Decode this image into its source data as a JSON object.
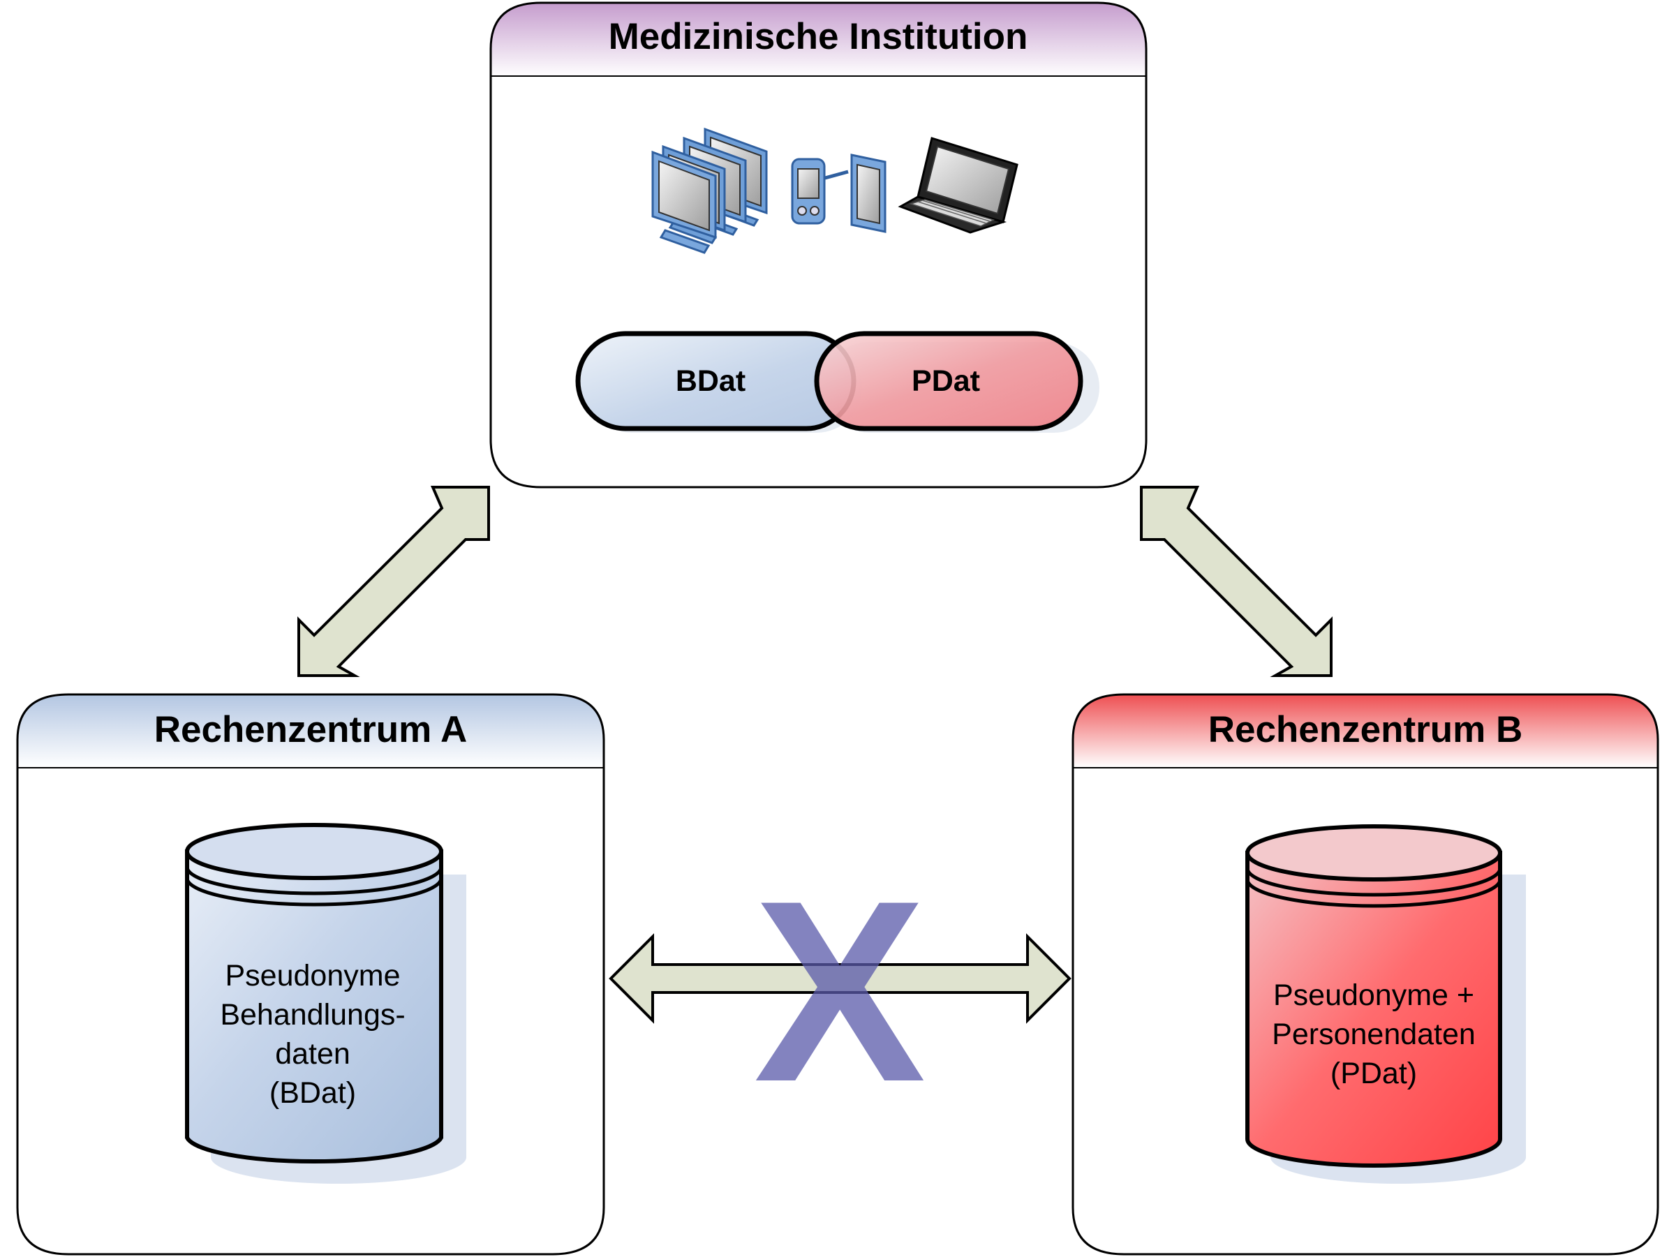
{
  "institution": {
    "title": "Medizinische Institution",
    "device_icons": [
      "desktop-computers-icon",
      "pda-icon",
      "tablet-icon",
      "laptop-icon"
    ],
    "pill_left": "BDat",
    "pill_right": "PDat"
  },
  "center_a": {
    "title": "Rechenzentrum A",
    "db_lines": [
      "Pseudonyme",
      "Behandlungs-",
      "daten",
      "(BDat)"
    ]
  },
  "center_b": {
    "title": "Rechenzentrum B",
    "db_lines": [
      "Pseudonyme +",
      "Personendaten",
      "(PDat)"
    ]
  },
  "blocked_link": {
    "symbol": "X"
  },
  "colors": {
    "purple_header": "#c9a0d0",
    "blue_header": "#b7c9e3",
    "red_header": "#ef5a5d",
    "arrow_fill": "#dfe3cf",
    "x_mark": "#7f7fbd",
    "db_blue": "#b2c5e0",
    "db_red": "#ff4a4d"
  }
}
